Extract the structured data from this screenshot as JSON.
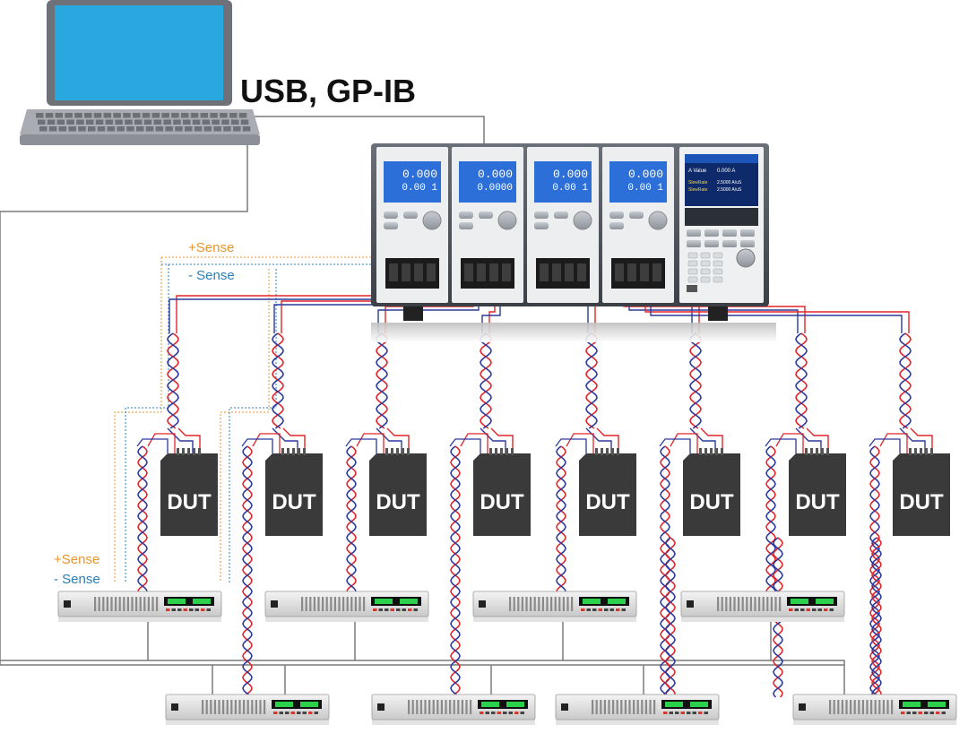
{
  "connection_label": "USB, GP-IB",
  "sense_top": {
    "plus": "+Sense",
    "minus": "- Sense"
  },
  "sense_bottom": {
    "plus": "+Sense",
    "minus": "- Sense"
  },
  "dut_label": "DUT",
  "dut_count": 8,
  "load_readouts": [
    {
      "line1": "0.000",
      "line2": "0.00 1"
    },
    {
      "line1": "0.000",
      "line2": "0.0000"
    },
    {
      "line1": "0.000",
      "line2": "0.00 1"
    },
    {
      "line1": "0.000",
      "line2": "0.00 1"
    }
  ],
  "main_display": {
    "row1": "A Value",
    "row1_value": "0.000 A",
    "row2": "SlewRate",
    "row2_value": "2.5000 A/uS",
    "row3": "SlewRate",
    "row3_value": "2.5000 A/uS"
  },
  "colors": {
    "positive_wire": "#e0262b",
    "negative_wire": "#2b3a9e",
    "plus_sense": "#e8962a",
    "minus_sense": "#2a7fb8",
    "dut_body": "#3a3a3a",
    "laptop_screen": "#29a8e0",
    "bus_line": "#7a7a7a"
  }
}
